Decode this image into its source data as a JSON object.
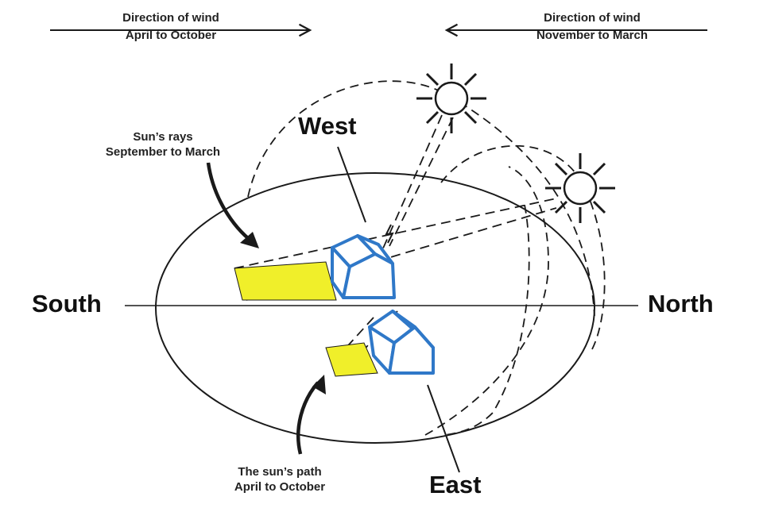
{
  "wind_left": {
    "line1": "Direction of wind",
    "line2": "April to October"
  },
  "wind_right": {
    "line1": "Direction of wind",
    "line2": "November to March"
  },
  "rays_label": {
    "line1": "Sun’s rays",
    "line2": "September to March"
  },
  "path_label": {
    "line1": "The sun’s path",
    "line2": "April to October"
  },
  "directions": {
    "west": "West",
    "south": "South",
    "north": "North",
    "east": "East"
  },
  "colors": {
    "house": "#2f78c8",
    "shadow": "#f0ef2a",
    "line": "#1a1a1a"
  }
}
